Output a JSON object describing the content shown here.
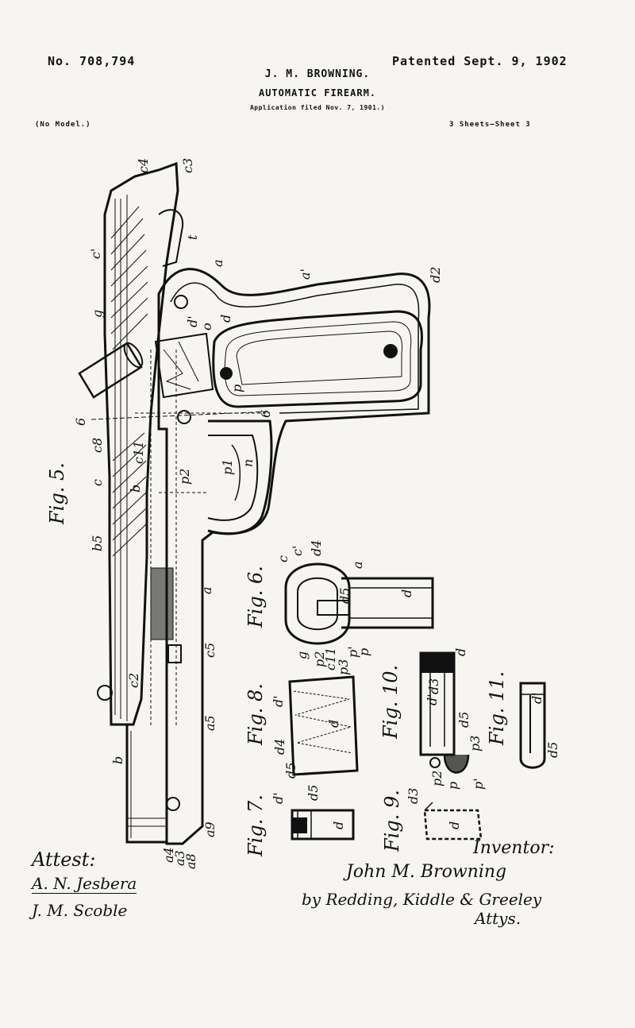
{
  "header": {
    "patent_number": "No. 708,794",
    "patent_date": "Patented Sept. 9, 1902",
    "inventor": "J. M. BROWNING.",
    "title": "AUTOMATIC FIREARM.",
    "application": "Application filed Nov. 7, 1901.)",
    "model": "(No Model.)",
    "sheets": "3 Sheets—Sheet 3"
  },
  "figures": {
    "fig5": "Fig. 5.",
    "fig6": "Fig. 6.",
    "fig7": "Fig. 7.",
    "fig8": "Fig. 8.",
    "fig9": "Fig. 9.",
    "fig10": "Fig. 10.",
    "fig11": "Fig. 11."
  },
  "reference_letters": {
    "c4": "c4",
    "c3": "c3",
    "c1": "c'",
    "t": "t",
    "a": "a",
    "a1": "a'",
    "d2": "d2",
    "g": "g",
    "d": "d",
    "d1": "d'",
    "o": "o",
    "p": "p",
    "six_left": "6",
    "six_right": "6",
    "c8": "c8",
    "c11": "c11",
    "c": "c",
    "b": "b",
    "b5": "b5",
    "p2": "p2",
    "p1": "p1",
    "n": "n",
    "c5": "c5",
    "c2": "c2",
    "a5": "a5",
    "a9": "a9",
    "a4": "a4",
    "a3": "a3",
    "a8": "a8",
    "f6_c": "c",
    "f6_c1": "c'",
    "f6_d4": "d4",
    "f6_a": "a",
    "f6_d5": "d5",
    "f6_d": "d",
    "f6_g": "g",
    "f6_p2": "p2",
    "f6_c11": "c11",
    "f6_p3": "p3",
    "f6_p1": "p'",
    "f6_p": "p",
    "f8_d": "d",
    "f8_d1": "d'",
    "f8_d4": "d4",
    "f8_d5": "d5",
    "f7_d": "d",
    "f7_d1": "d'",
    "f7_d5": "d5",
    "f9_d": "d",
    "f9_d3": "d3",
    "f10_d": "d",
    "f10_d1": "d'",
    "f10_d3": "d3",
    "f10_d5": "d5",
    "f10_p3": "p3",
    "f10_p1": "p'",
    "f10_p": "p",
    "f10_p2": "p2",
    "f11_d1": "d'",
    "f11_d5": "d5"
  },
  "signatures": {
    "attest": "Attest:",
    "witness1": "A. N. Jesbera",
    "witness2": "J. M. Scoble",
    "inventor_label": "Inventor:",
    "inventor_signature": "John M. Browning",
    "attorneys": "by Redding, Kiddle & Greeley",
    "attys": "Attys."
  },
  "colors": {
    "ink": "#111111",
    "paper": "#f6f5f1"
  }
}
